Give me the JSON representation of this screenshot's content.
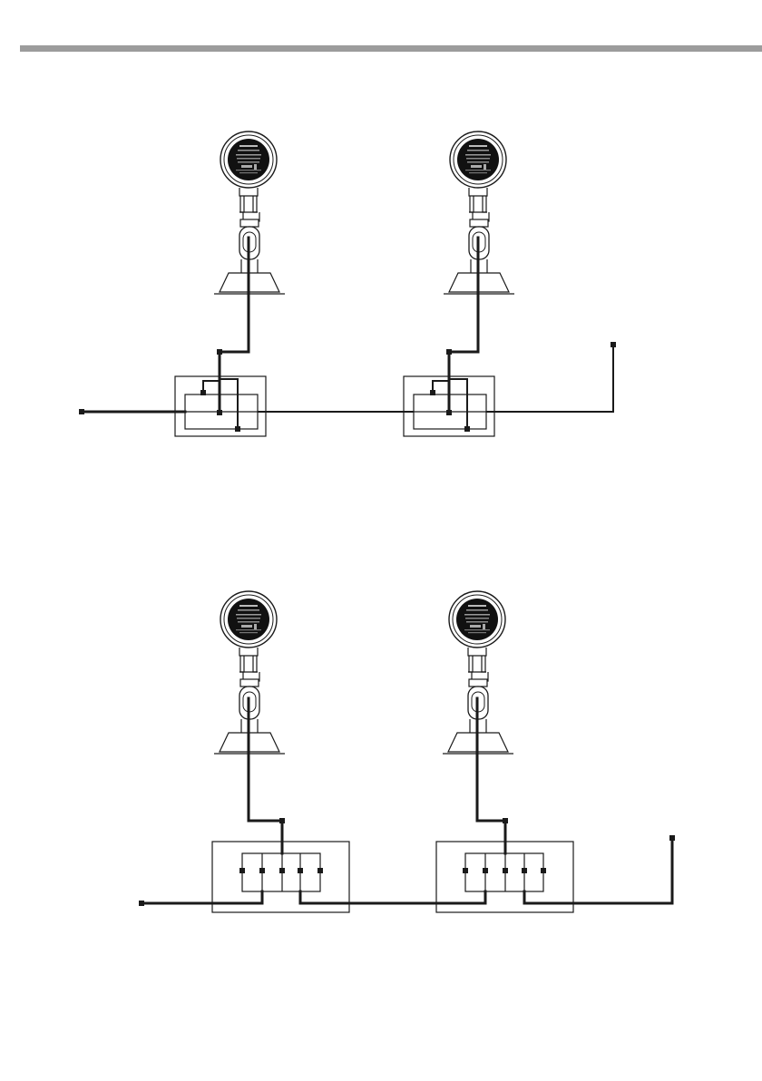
{
  "diagrams": [
    {
      "name": "single-speaker-wiring",
      "speakers": 2,
      "terminal_blocks": 2
    },
    {
      "name": "dual-speaker-wiring",
      "speakers": 2,
      "terminal_blocks": 2
    }
  ],
  "colors": {
    "rule": "#9c9c9c",
    "ink": "#1a1a1a",
    "background": "#ffffff"
  }
}
